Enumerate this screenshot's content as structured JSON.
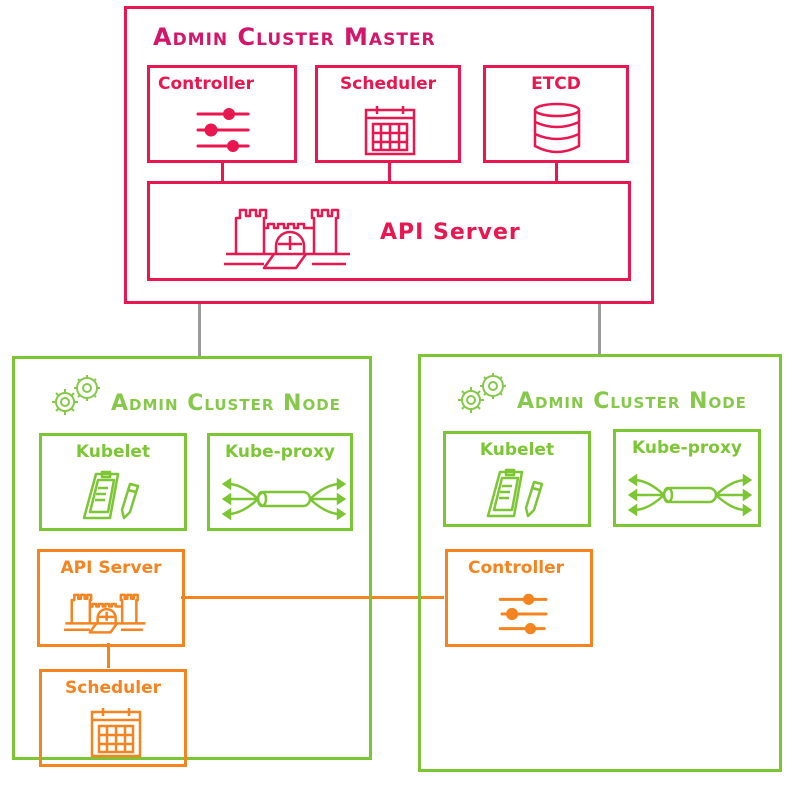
{
  "colors": {
    "master": "#e8174f",
    "master_title": "#d4166a",
    "node": "#7cc634",
    "node_title": "#86c94a",
    "component": "#f58420",
    "connector": "#9a9a9a"
  },
  "master": {
    "title": "Admin Cluster Master",
    "components": [
      {
        "label": "Controller",
        "icon": "sliders-icon"
      },
      {
        "label": "Scheduler",
        "icon": "calendar-icon"
      },
      {
        "label": "ETCD",
        "icon": "database-icon"
      }
    ],
    "api_server": {
      "label": "API Server",
      "icon": "castle-icon"
    }
  },
  "nodes": [
    {
      "title": "Admin Cluster Node",
      "icon": "gears-icon",
      "components": [
        {
          "label": "Kubelet",
          "icon": "clipboard-pencil-icon"
        },
        {
          "label": "Kube-proxy",
          "icon": "pipe-arrows-icon"
        }
      ],
      "hosted": [
        {
          "label": "API Server",
          "icon": "castle-icon"
        },
        {
          "label": "Scheduler",
          "icon": "calendar-icon"
        }
      ]
    },
    {
      "title": "Admin Cluster Node",
      "icon": "gears-icon",
      "components": [
        {
          "label": "Kubelet",
          "icon": "clipboard-pencil-icon"
        },
        {
          "label": "Kube-proxy",
          "icon": "pipe-arrows-icon"
        }
      ],
      "hosted": [
        {
          "label": "Controller",
          "icon": "sliders-icon"
        }
      ]
    }
  ]
}
